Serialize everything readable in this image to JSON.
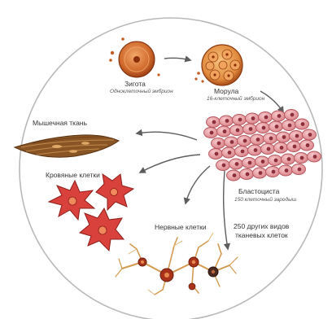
{
  "zygote": {
    "title": "Зигота",
    "subtitle": "Одноклеточный эмбрион"
  },
  "morula": {
    "title": "Морула",
    "subtitle": "16-клеточный эмбрион"
  },
  "blastocyst": {
    "title": "Бластоциста",
    "subtitle": "150 клеточный зародыш"
  },
  "muscle": {
    "title": "Мышечная ткань"
  },
  "blood": {
    "title": "Кровяные клетки"
  },
  "nerve": {
    "title": "Нервные клетки"
  },
  "other": {
    "line1": "250 других видов",
    "line2": "тканевых клеток"
  },
  "colors": {
    "circle_stroke": "#b9b9b9",
    "cell_orange": "#d9773a",
    "cell_dark": "#b24a17",
    "blasto_pink": "#e79ca0",
    "blasto_edge": "#b4545c",
    "muscle_brown": "#8a5524",
    "blood_red": "#d9413c",
    "nerve_gold": "#d39a52",
    "arrow": "#5d5d5d"
  }
}
